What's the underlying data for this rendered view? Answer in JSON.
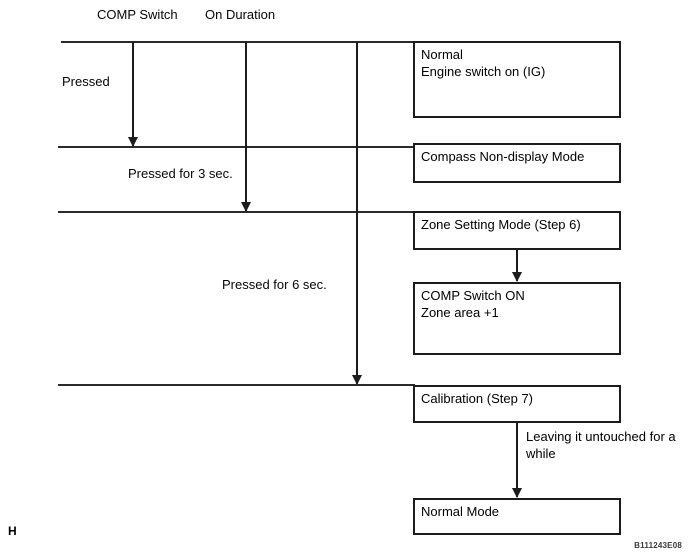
{
  "colors": {
    "line": "#1c1c1c",
    "text": "#050505",
    "background": "#ffffff"
  },
  "header": {
    "comp_switch": "COMP Switch",
    "on_duration": "On Duration"
  },
  "press_events": [
    {
      "label": "Pressed"
    },
    {
      "label": "Pressed for 3 sec."
    },
    {
      "label": "Pressed for 6 sec."
    }
  ],
  "states": [
    {
      "line1": "Normal",
      "line2": "Engine switch on (IG)"
    },
    {
      "line1": "Compass Non-display Mode",
      "line2": ""
    },
    {
      "line1": "Zone Setting Mode (Step 6)",
      "line2": ""
    },
    {
      "line1": "COMP Switch ON",
      "line2": "Zone area +1"
    },
    {
      "line1": "Calibration (Step 7)",
      "line2": ""
    },
    {
      "line1": "Normal Mode",
      "line2": ""
    }
  ],
  "transition_note": {
    "line1": "Leaving it untouched",
    "line2": "for a while"
  },
  "footer": {
    "page_marker": "H",
    "figure_code": "B111243E08"
  }
}
